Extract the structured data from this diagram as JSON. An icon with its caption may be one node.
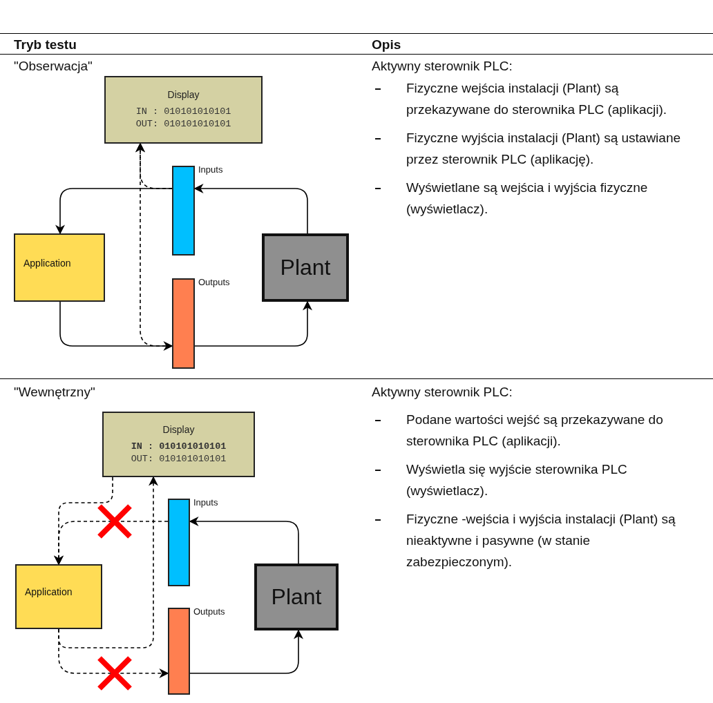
{
  "diagram": {
    "nodes": [
      {
        "text": [
          "Display",
          "IN : 010101010101",
          "OUT: 010101010101"
        ]
      },
      {
        "text": [],
        "shape": "bar",
        "beside": [
          "Inputs"
        ]
      },
      {
        "text": [
          "Application"
        ]
      },
      {
        "text": [],
        "shape": "bar",
        "beside": [
          "Outputs"
        ]
      },
      {
        "text": [
          "Plant"
        ]
      },
      {
        "text": [
          "Display",
          "**IN : 010101010101**",
          "OUT: 010101010101"
        ]
      },
      {
        "text": [],
        "shape": "bar",
        "beside": [
          "Inputs"
        ]
      },
      {
        "text": [
          "Application"
        ]
      },
      {
        "text": [],
        "shape": "bar",
        "beside": [
          "Outputs"
        ]
      },
      {
        "text": [
          "Plant"
        ]
      }
    ],
    "edges": [
      {
        "from": 4,
        "to": 1,
        "arrow": "to"
      },
      {
        "from": 1,
        "to": 2,
        "arrow": "to"
      },
      {
        "from": 2,
        "to": 3,
        "arrow": "to"
      },
      {
        "from": 3,
        "to": 4,
        "arrow": "to"
      },
      {
        "from": 1,
        "to": 0,
        "arrow": "to",
        "style": "dashed"
      },
      {
        "from": 3,
        "to": 0,
        "arrow": "to",
        "style": "dashed"
      },
      {
        "from": 9,
        "to": 6,
        "arrow": "to"
      },
      {
        "from": 6,
        "to": 7,
        "arrow": "to",
        "style": "dashed"
      },
      {
        "from": 5,
        "to": 7,
        "arrow": "to",
        "style": "dashed"
      },
      {
        "from": 7,
        "to": 5,
        "arrow": "to",
        "style": "dashed"
      },
      {
        "from": 7,
        "to": 8,
        "arrow": "to",
        "style": "dashed"
      },
      {
        "from": 8,
        "to": 9,
        "arrow": "to"
      }
    ],
    "labels": [
      "Tryb testu",
      "Opis",
      "\"Obserwacja\"",
      "Aktywny sterownik PLC:",
      "Fizyczne wejścia instalacji (Plant) są przekazywane do sterownika PLC (aplikacji).",
      "Fizyczne wyjścia instalacji (Plant) są ustawiane przez sterownik PLC (aplikację).",
      "Wyświetlane są wejścia i wyjścia fizyczne (wyświetlacz).",
      "\"Wewnętrzny\"",
      "Aktywny sterownik PLC:",
      "Podane wartości wejść są przekazywane do sterownika PLC (aplikacji).",
      "Wyświetla się wyjście sterownika PLC (wyświetlacz).",
      "Fizyczne -wejścia i wyjścia instalacji (Plant) są nieaktywne i pasywne (w stanie zabezpieczonym)."
    ]
  }
}
